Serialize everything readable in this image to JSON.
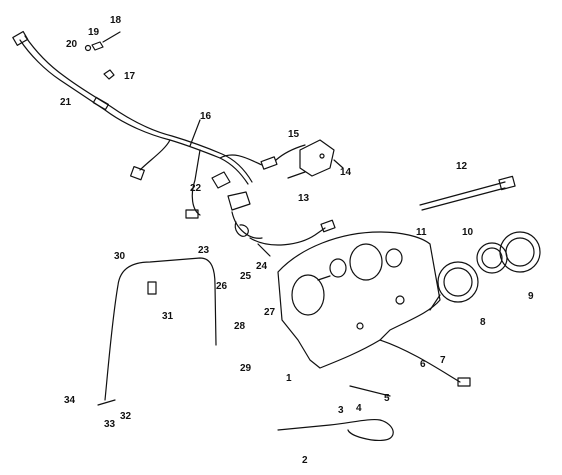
{
  "diagram": {
    "callouts": [
      "1",
      "2",
      "3",
      "4",
      "5",
      "6",
      "7",
      "8",
      "9",
      "10",
      "11",
      "12",
      "13",
      "14",
      "15",
      "16",
      "17",
      "18",
      "19",
      "20",
      "21",
      "22",
      "23",
      "24",
      "25",
      "26",
      "27",
      "28",
      "29",
      "30",
      "31",
      "32",
      "33",
      "34"
    ]
  }
}
